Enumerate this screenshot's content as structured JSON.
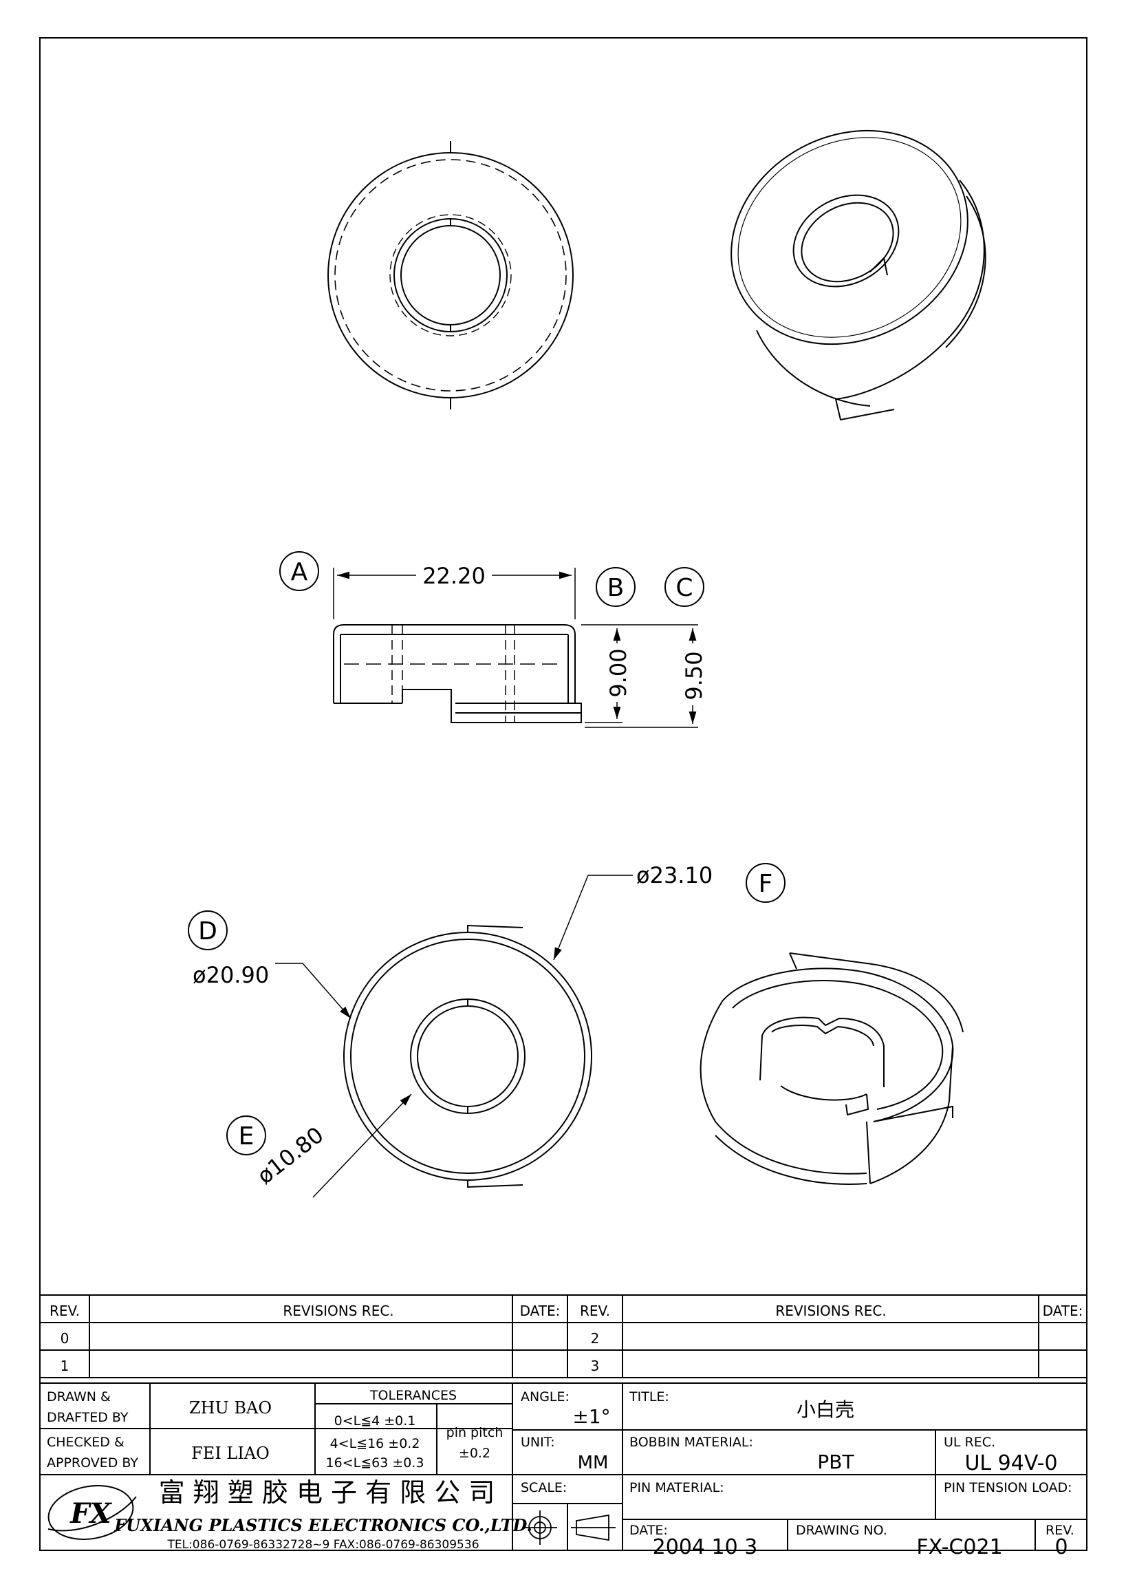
{
  "callouts": {
    "A": "A",
    "B": "B",
    "C": "C",
    "D": "D",
    "E": "E",
    "F": "F"
  },
  "dimensions": {
    "width": "22.20",
    "height_b": "9.00",
    "height_c": "9.50",
    "dia_outer": "ø23.10",
    "dia_mid": "ø20.90",
    "dia_inner": "ø10.80"
  },
  "revisions": {
    "rev_header": "REV.",
    "rec_header": "REVISIONS   REC.",
    "date_header": "DATE:",
    "left_revs": [
      "0",
      "1"
    ],
    "right_revs": [
      "2",
      "3"
    ]
  },
  "title_block": {
    "drawn_label_1": "DRAWN &",
    "drawn_label_2": "DRAFTED BY",
    "drawn_value": "ZHU   BAO",
    "checked_label_1": "CHECKED &",
    "checked_label_2": "APPROVED BY",
    "checked_value": "FEI LIAO",
    "tolerances_label": "TOLERANCES",
    "tol_1": "0<L≦4    ±0.1",
    "tol_2": "4<L≦16  ±0.2",
    "tol_3": "16<L≦63  ±0.3",
    "pin_pitch_label": "pin  pitch",
    "pin_pitch_value": "±0.2",
    "angle_label": "ANGLE:",
    "angle_value": "±1°",
    "unit_label": "UNIT:",
    "unit_value": "MM",
    "scale_label": "SCALE:",
    "title_label": "TITLE:",
    "title_value": "小白壳",
    "bobbin_material_label": "BOBBIN  MATERIAL:",
    "bobbin_material_value": "PBT",
    "ul_rec_label": "UL  REC.",
    "ul_rec_value": "UL  94V-0",
    "pin_material_label": "PIN  MATERIAL:",
    "pin_tension_label": "PIN  TENSION  LOAD:",
    "date_label": "DATE:",
    "date_value": "2004  10  3",
    "drawing_no_label": "DRAWING  NO.",
    "drawing_no_value": "FX-C021",
    "rev_label": "REV.",
    "rev_value": "0",
    "company_cn": "富 翔 塑 胶 电 子 有 限 公 司",
    "company_en": "FUXIANG PLASTICS ELECTRONICS CO.,LTD.",
    "company_contact": "TEL:086-0769-86332728~9  FAX:086-0769-86309536",
    "logo_text": "FX"
  }
}
